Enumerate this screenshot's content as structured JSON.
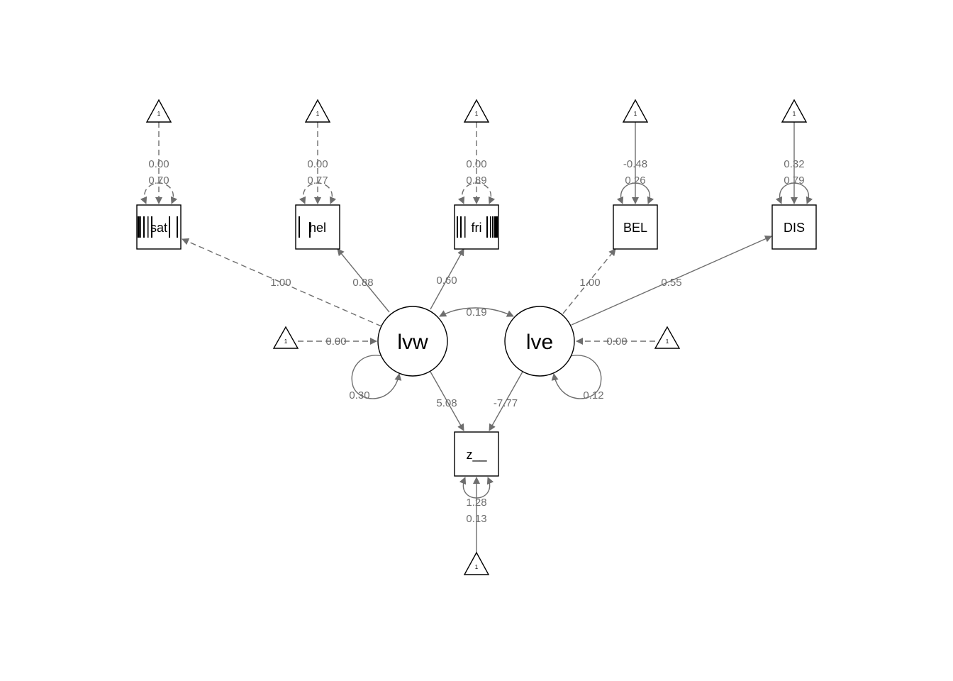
{
  "diagram": {
    "manifest": {
      "sat": "sat",
      "hel": "hel",
      "fri": "fri",
      "BEL": "BEL",
      "DIS": "DIS",
      "z": "z__"
    },
    "latent": {
      "lvw": "lvw",
      "lve": "lve"
    },
    "intercept_symbol": "1",
    "intercepts": {
      "sat": "0.00",
      "hel": "0.00",
      "fri": "0.00",
      "BEL": "-0.48",
      "DIS": "0.32",
      "z": "1.28",
      "lvw": "0.00",
      "lve": "0.00"
    },
    "variances": {
      "sat": "0.70",
      "hel": "0.77",
      "fri": "0.89",
      "BEL": "0.26",
      "DIS": "0.79",
      "z": "0.13",
      "lvw": "0.30",
      "lve": "0.12"
    },
    "loadings": {
      "lvw_sat": "1.00",
      "lvw_hel": "0.88",
      "lvw_fri": "0.60",
      "lve_BEL": "1.00",
      "lve_DIS": "0.55"
    },
    "covariance_lvw_lve": "0.19",
    "regressions": {
      "lvw_z": "5.08",
      "lve_z": "-7.77"
    }
  }
}
